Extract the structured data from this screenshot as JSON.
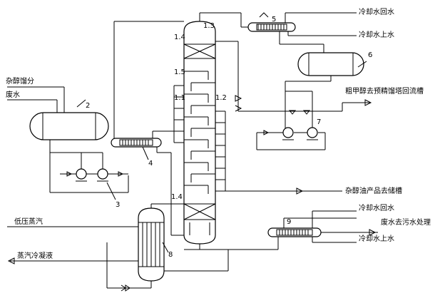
{
  "streams": {
    "cooling_return_top": "冷却水回水",
    "cooling_supply_top": "冷却水上水",
    "crude_methanol": "粗甲醇去预精馏塔回流槽",
    "fusel_oil_feed": "杂醇馏分",
    "waste_water": "废水",
    "fusel_product": "杂醇油产品去储槽",
    "cooling_return_bottom": "冷却水回水",
    "waste_water_treatment": "废水去污水处理",
    "cooling_supply_bottom": "冷却水上水",
    "low_pressure_steam": "低压蒸汽",
    "steam_condensate": "蒸汽冷凝液"
  },
  "equipment_numbers": {
    "n1_3": "1.3",
    "n1_4_top": "1.4",
    "n1_5": "1.5",
    "n1_1": "1.1",
    "n1_2": "1.2",
    "n1_4_bottom": "1.4",
    "n2": "2",
    "n3": "3",
    "n4": "4",
    "n5": "5",
    "n6": "6",
    "n7": "7",
    "n8": "8",
    "n9": "9"
  }
}
